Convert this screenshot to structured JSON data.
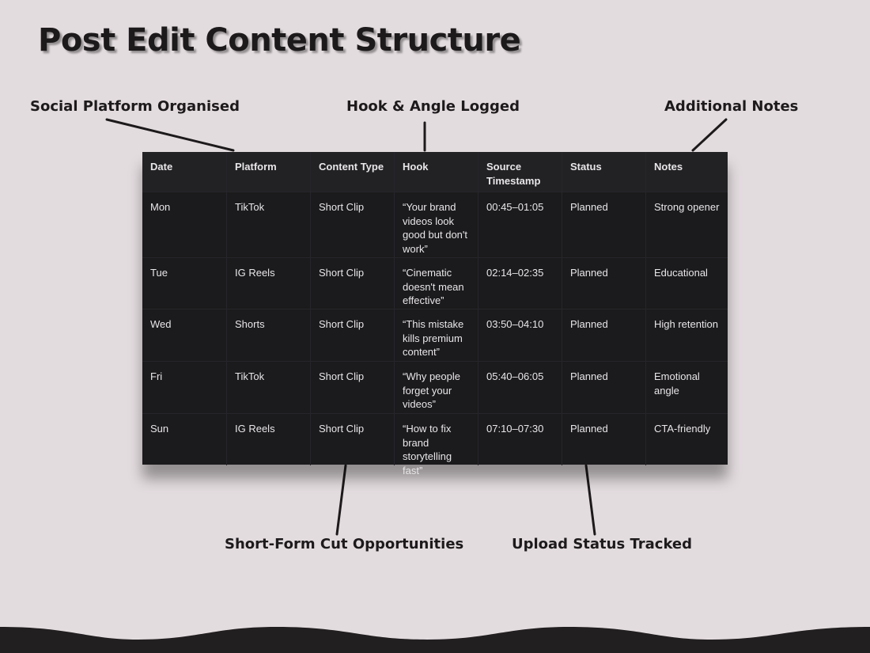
{
  "title": "Post Edit Content Structure",
  "annotations": {
    "platform": "Social Platform Organised",
    "hook": "Hook & Angle Logged",
    "notes": "Additional Notes",
    "cuts": "Short-Form Cut Opportunities",
    "status": "Upload Status Tracked"
  },
  "table": {
    "headers": [
      "Date",
      "Platform",
      "Content Type",
      "Hook",
      "Source Timestamp",
      "Status",
      "Notes"
    ],
    "rows": [
      [
        "Mon",
        "TikTok",
        "Short Clip",
        "“Your brand videos look good but don't work”",
        "00:45–01:05",
        "Planned",
        "Strong opener"
      ],
      [
        "Tue",
        "IG Reels",
        "Short Clip",
        "“Cinematic doesn't mean effective”",
        "02:14–02:35",
        "Planned",
        "Educational"
      ],
      [
        "Wed",
        "Shorts",
        "Short Clip",
        "“This mistake kills premium content”",
        "03:50–04:10",
        "Planned",
        "High retention"
      ],
      [
        "Fri",
        "TikTok",
        "Short Clip",
        "“Why people forget your videos”",
        "05:40–06:05",
        "Planned",
        "Emotional angle"
      ],
      [
        "Sun",
        "IG Reels",
        "Short Clip",
        "“How to fix brand storytelling fast”",
        "07:10–07:30",
        "Planned",
        "CTA-friendly"
      ]
    ]
  },
  "colors": {
    "background": "#e3dcdf",
    "table": "#1b1a1c",
    "wave": "#221f21"
  }
}
